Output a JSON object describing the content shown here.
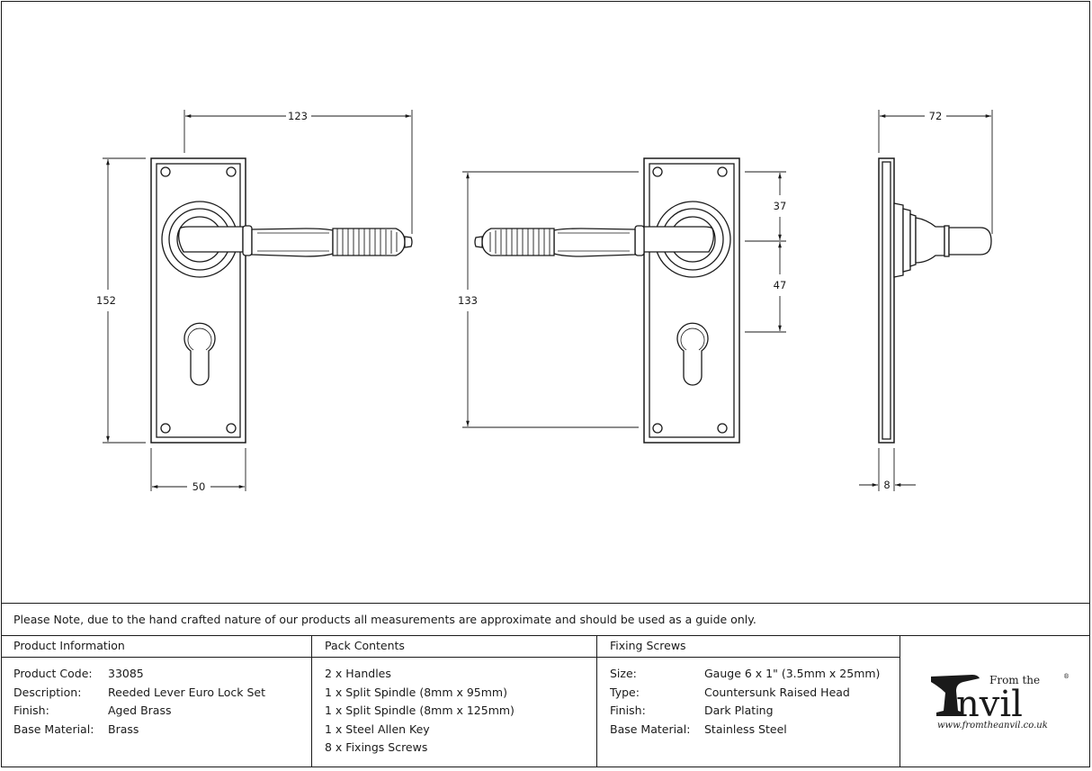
{
  "dimensions": {
    "front_width_top": "123",
    "front_height": "152",
    "front_plate_width": "50",
    "rear_height": "133",
    "rear_upper": "37",
    "rear_lower": "47",
    "side_projection": "72",
    "side_thickness": "8"
  },
  "note": "Please Note, due to the hand crafted nature of our products all measurements are approximate and should be used as a guide only.",
  "product_information": {
    "heading": "Product Information",
    "rows": [
      {
        "label": "Product Code:",
        "value": "33085"
      },
      {
        "label": "Description:",
        "value": "Reeded Lever Euro Lock Set"
      },
      {
        "label": "Finish:",
        "value": "Aged Brass"
      },
      {
        "label": "Base Material:",
        "value": "Brass"
      }
    ]
  },
  "pack_contents": {
    "heading": "Pack Contents",
    "items": [
      "2 x Handles",
      "1 x Split Spindle (8mm x 95mm)",
      "1 x Split Spindle (8mm x 125mm)",
      "1 x Steel Allen Key",
      "8 x Fixings Screws"
    ]
  },
  "fixing_screws": {
    "heading": "Fixing Screws",
    "rows": [
      {
        "label": "Size:",
        "value": "Gauge 6 x 1\" (3.5mm x 25mm)"
      },
      {
        "label": "Type:",
        "value": "Countersunk Raised Head"
      },
      {
        "label": "Finish:",
        "value": "Dark Plating"
      },
      {
        "label": "Base Material:",
        "value": "Stainless Steel"
      }
    ]
  },
  "logo": {
    "from_the": "From the",
    "brand": "Anvil",
    "registered": "®",
    "url": "www.fromtheanvil.co.uk"
  }
}
